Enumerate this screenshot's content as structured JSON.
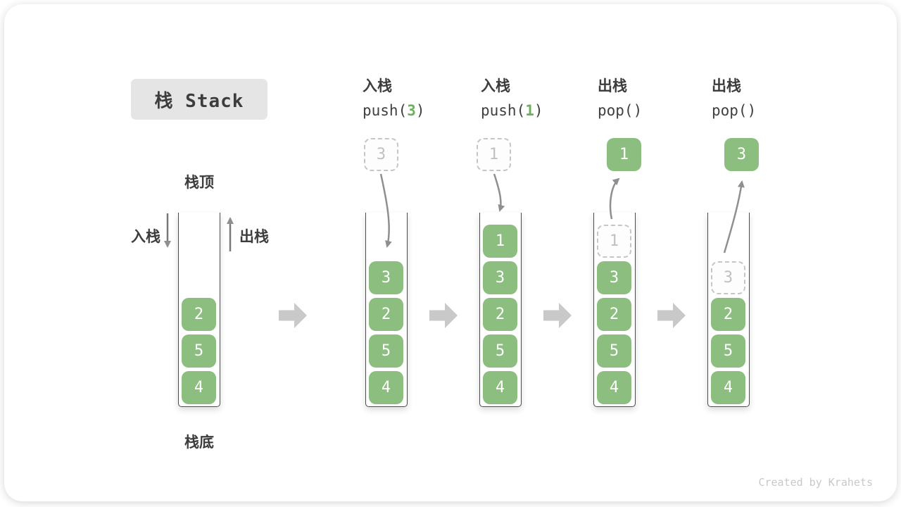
{
  "title": "栈 Stack",
  "labels": {
    "stack_top": "栈顶",
    "stack_bottom": "栈底",
    "push_side": "入栈",
    "pop_side": "出栈"
  },
  "watermark": "Created by Krahets",
  "colors": {
    "cell_green": "#8cbe80",
    "code_number_green": "#6fae5e",
    "arrow_gray": "#8f8f8f",
    "block_arrow_gray": "#c9c9c9",
    "title_bg": "#e5e5e5",
    "text_dark": "#3d3d3d",
    "ghost_dash_gray": "#c6c6c6"
  },
  "stages": [
    {
      "op": null,
      "float": null,
      "cells": [
        {
          "value": "2",
          "slot": 2,
          "ghost": false
        },
        {
          "value": "5",
          "slot": 3,
          "ghost": false
        },
        {
          "value": "4",
          "slot": 4,
          "ghost": false
        }
      ]
    },
    {
      "op": {
        "cn": "入栈",
        "code_pre": "push(",
        "code_num": "3",
        "code_post": ")"
      },
      "float": {
        "value": "3",
        "ghost": true
      },
      "cells": [
        {
          "value": "3",
          "slot": 1,
          "ghost": false
        },
        {
          "value": "2",
          "slot": 2,
          "ghost": false
        },
        {
          "value": "5",
          "slot": 3,
          "ghost": false
        },
        {
          "value": "4",
          "slot": 4,
          "ghost": false
        }
      ]
    },
    {
      "op": {
        "cn": "入栈",
        "code_pre": "push(",
        "code_num": "1",
        "code_post": ")"
      },
      "float": {
        "value": "1",
        "ghost": true
      },
      "cells": [
        {
          "value": "1",
          "slot": 0,
          "ghost": false
        },
        {
          "value": "3",
          "slot": 1,
          "ghost": false
        },
        {
          "value": "2",
          "slot": 2,
          "ghost": false
        },
        {
          "value": "5",
          "slot": 3,
          "ghost": false
        },
        {
          "value": "4",
          "slot": 4,
          "ghost": false
        }
      ]
    },
    {
      "op": {
        "cn": "出栈",
        "code_pre": "pop(",
        "code_num": "",
        "code_post": ")"
      },
      "float": {
        "value": "1",
        "ghost": false
      },
      "cells": [
        {
          "value": "1",
          "slot": 0,
          "ghost": true
        },
        {
          "value": "3",
          "slot": 1,
          "ghost": false
        },
        {
          "value": "2",
          "slot": 2,
          "ghost": false
        },
        {
          "value": "5",
          "slot": 3,
          "ghost": false
        },
        {
          "value": "4",
          "slot": 4,
          "ghost": false
        }
      ]
    },
    {
      "op": {
        "cn": "出栈",
        "code_pre": "pop(",
        "code_num": "",
        "code_post": ")"
      },
      "float": {
        "value": "3",
        "ghost": false
      },
      "cells": [
        {
          "value": "3",
          "slot": 1,
          "ghost": true
        },
        {
          "value": "2",
          "slot": 2,
          "ghost": false
        },
        {
          "value": "5",
          "slot": 3,
          "ghost": false
        },
        {
          "value": "4",
          "slot": 4,
          "ghost": false
        }
      ]
    }
  ]
}
